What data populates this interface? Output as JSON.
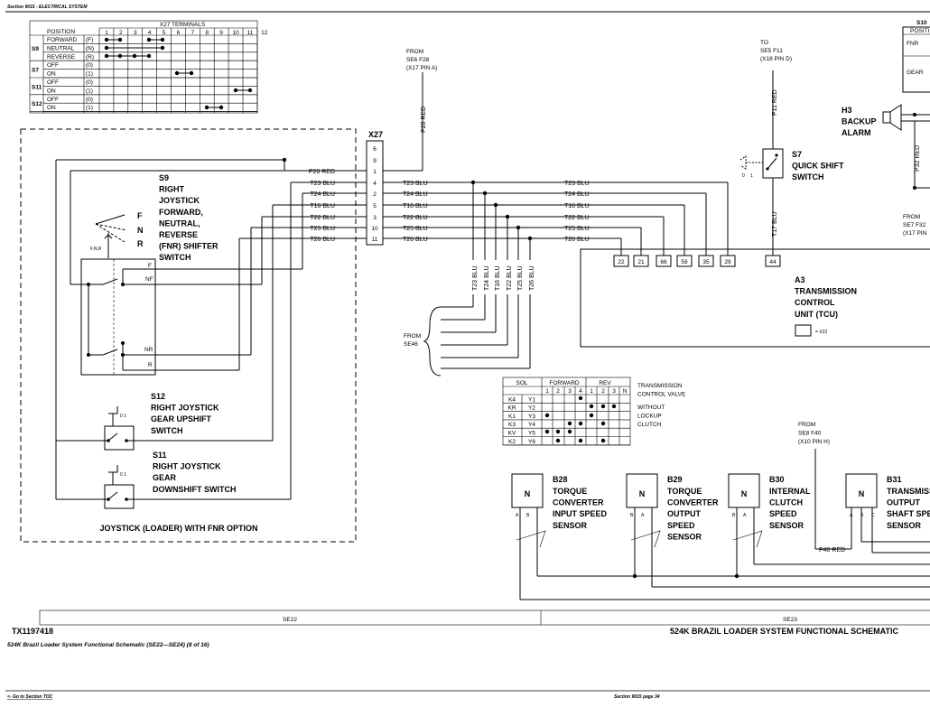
{
  "header": {
    "section_title": "Section 9015 - ELECTRICAL SYSTEM"
  },
  "terminal_table": {
    "title": "X27 TERMINALS",
    "position_header": "POSITION",
    "columns": [
      "1",
      "2",
      "3",
      "4",
      "5",
      "6",
      "7",
      "8",
      "9",
      "10",
      "11",
      "12"
    ],
    "groups": [
      {
        "switch": "S9",
        "rows": [
          {
            "label": "FORWARD",
            "code": "(F)"
          },
          {
            "label": "NEUTRAL",
            "code": "(N)"
          },
          {
            "label": "REVERSE",
            "code": "(R)"
          }
        ]
      },
      {
        "switch": "S7",
        "rows": [
          {
            "label": "OFF",
            "code": "(0)"
          },
          {
            "label": "ON",
            "code": "(1)"
          }
        ]
      },
      {
        "switch": "S11",
        "rows": [
          {
            "label": "OFF",
            "code": "(0)"
          },
          {
            "label": "ON",
            "code": "(1)"
          }
        ]
      },
      {
        "switch": "S12",
        "rows": [
          {
            "label": "OFF",
            "code": "(0)"
          },
          {
            "label": "ON",
            "code": "(1)"
          }
        ]
      }
    ]
  },
  "joystick": {
    "s9_label": [
      "S9",
      "RIGHT",
      "JOYSTICK",
      "FORWARD,",
      "NEUTRAL,",
      "REVERSE",
      "(FNR) SHIFTER",
      "SWITCH"
    ],
    "fnr_letters": [
      "F",
      "N",
      "R"
    ],
    "fnr_small": "F,N,R",
    "contacts": [
      "F",
      "NF",
      "NR",
      "R"
    ],
    "s12_label": [
      "S12",
      "RIGHT JOYSTICK",
      "GEAR UPSHIFT",
      "SWITCH"
    ],
    "s11_label": [
      "S11",
      "RIGHT JOYSTICK",
      "GEAR",
      "DOWNSHIFT SWITCH"
    ],
    "caption": "JOYSTICK (LOADER) WITH FNR OPTION"
  },
  "connector_x27": {
    "name": "X27",
    "pins": [
      "6",
      "9",
      "1",
      "4",
      "2",
      "5",
      "3",
      "10",
      "11"
    ]
  },
  "wires_left": [
    "P28 RED",
    "T23 BLU",
    "T24 BLU",
    "T16 BLU",
    "T22 BLU",
    "T25 BLU",
    "T26 BLU"
  ],
  "wires_mid": [
    "T23 BLU",
    "T24 BLU",
    "T16 BLU",
    "T22 BLU",
    "T25 BLU",
    "T26 BLU"
  ],
  "wires_right": [
    "T23 BLU",
    "T24 BLU",
    "T16 BLU",
    "T22 BLU",
    "T25 BLU",
    "T26 BLU"
  ],
  "vertical_wires": [
    "T23 BLU",
    "T24 BLU",
    "T16 BLU",
    "T22 BLU",
    "T25 BLU",
    "T26 BLU"
  ],
  "from_se6": [
    "FROM",
    "SE6 F28",
    "(X17 PIN A)"
  ],
  "p28_vertical": "P28 RED",
  "from_se46": [
    "FROM",
    "SE46"
  ],
  "to_se5": [
    "TO",
    "SE5 F11",
    "(X18 PIN D)"
  ],
  "p11": "P11 RED",
  "t17": "T17 BLU",
  "s7_label": [
    "S7",
    "QUICK SHIFT",
    "SWITCH"
  ],
  "s7_states": [
    "0",
    "1"
  ],
  "h3_label": [
    "H3",
    "BACKUP",
    "ALARM"
  ],
  "p32": "P32 RED",
  "from_se7": [
    "FROM",
    "SE7 F32",
    "(X17 PIN"
  ],
  "s10": {
    "name": "S10",
    "header": "POSITI",
    "rows": [
      "FNR",
      "GEAR"
    ]
  },
  "tcu": {
    "pins": [
      "22",
      "21",
      "66",
      "59",
      "35",
      "29",
      "44"
    ],
    "label": [
      "A3",
      "TRANSMISSION",
      "CONTROL",
      "UNIT (TCU)"
    ],
    "legend": "= X23"
  },
  "sol_table": {
    "headers": [
      "SOL",
      "FORWARD",
      "REV"
    ],
    "sub_cols": [
      "1",
      "2",
      "3",
      "4",
      "1",
      "2",
      "3",
      "N"
    ],
    "rows": [
      [
        "K4",
        "Y1"
      ],
      [
        "KR",
        "Y2"
      ],
      [
        "K1",
        "Y3"
      ],
      [
        "K3",
        "Y4"
      ],
      [
        "KV",
        "Y5"
      ],
      [
        "K2",
        "Y6"
      ]
    ]
  },
  "sol_caption": [
    "TRANSMISSION",
    "CONTROL VALVE",
    "WITHOUT",
    "LOCKUP",
    "CLUTCH"
  ],
  "from_se8": [
    "FROM",
    "SE8 F40",
    "(X10 PIN H)"
  ],
  "p40": "P40 RED",
  "sensors": [
    {
      "id": "B28",
      "lines": [
        "TORQUE",
        "CONVERTER",
        "INPUT SPEED",
        "SENSOR"
      ],
      "pins": [
        "A",
        "B"
      ]
    },
    {
      "id": "B29",
      "lines": [
        "TORQUE",
        "CONVERTER",
        "OUTPUT",
        "SPEED",
        "SENSOR"
      ],
      "pins": [
        "B",
        "A"
      ]
    },
    {
      "id": "B30",
      "lines": [
        "INTERNAL",
        "CLUTCH",
        "SPEED",
        "SENSOR"
      ],
      "pins": [
        "B",
        "A"
      ]
    },
    {
      "id": "B31",
      "lines": [
        "TRANSMISS",
        "OUTPUT",
        "SHAFT SPE",
        "SENSOR"
      ],
      "pins": [
        "A",
        "B",
        "C"
      ]
    }
  ],
  "sensor_symbol": "N",
  "sections": [
    "SE22",
    "SE23"
  ],
  "footer": {
    "doc_id": "TX1197418",
    "schematic_title": "524K BRAZIL LOADER SYSTEM FUNCTIONAL SCHEMATIC",
    "caption": "524K Brazil Loader System Functional Schematic (SE22—SE24) (8 of 16)",
    "toc_link": "<- Go to Section TOC",
    "page": "Section 9015 page 34"
  }
}
